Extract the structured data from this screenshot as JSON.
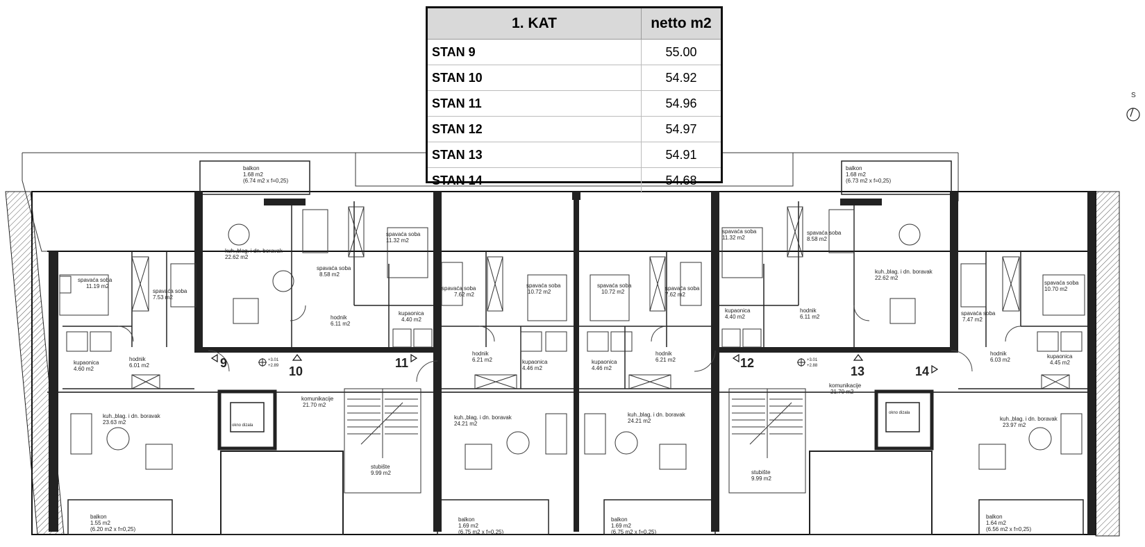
{
  "area_table": {
    "header": {
      "floor": "1. KAT",
      "area": "netto m2"
    },
    "rows": [
      {
        "unit": "STAN 9",
        "area": "55.00"
      },
      {
        "unit": "STAN 10",
        "area": "54.92"
      },
      {
        "unit": "STAN 11",
        "area": "54.96"
      },
      {
        "unit": "STAN 12",
        "area": "54.97"
      },
      {
        "unit": "STAN 13",
        "area": "54.91"
      },
      {
        "unit": "STAN 14",
        "area": "54.68"
      }
    ]
  },
  "north_arrow": {
    "label": "S"
  },
  "apartment_numbers": [
    "9",
    "10",
    "11",
    "12",
    "13",
    "14"
  ],
  "balconies": {
    "top_left": {
      "name": "balkon",
      "area": "1.68 m2",
      "note": "(6.74 m2 x f=0,25)"
    },
    "top_right": {
      "name": "balkon",
      "area": "1.68 m2",
      "note": "(6.73 m2 x f=0,25)"
    },
    "bottom_1": {
      "name": "balkon",
      "area": "1.55 m2",
      "note": "(6.20 m2 x f=0,25)"
    },
    "bottom_2": {
      "name": "balkon",
      "area": "1.69 m2",
      "note": "(6.75 m2 x f=0,25)"
    },
    "bottom_3": {
      "name": "balkon",
      "area": "1.69 m2",
      "note": "(6.75 m2 x f=0,25)"
    },
    "bottom_4": {
      "name": "balkon",
      "area": "1.64 m2",
      "note": "(6.56 m2 x f=0,25)"
    }
  },
  "rooms": {
    "a9_bed1": {
      "name": "spavaća soba",
      "area": "11.19 m2"
    },
    "a9_bed2": {
      "name": "spavaća soba",
      "area": "7.53 m2"
    },
    "a9_bath": {
      "name": "kupaonica",
      "area": "4.60 m2"
    },
    "a9_hall": {
      "name": "hodnik",
      "area": "6.01 m2"
    },
    "a9_living": {
      "name": "kuh.,blag. i dn. boravak",
      "area": "23.63 m2"
    },
    "a10_living": {
      "name": "kuh.,blag. i dn. boravak",
      "area": "22.62 m2"
    },
    "a10_bed2": {
      "name": "spavaća soba",
      "area": "8.58 m2"
    },
    "a10_bed1": {
      "name": "spavaća soba",
      "area": "11.32 m2"
    },
    "a10_hall": {
      "name": "hodnik",
      "area": "6.11 m2"
    },
    "a10_bath": {
      "name": "kupaonica",
      "area": "4.40 m2"
    },
    "a11_bed2": {
      "name": "spavaća soba",
      "area": "7.62 m2"
    },
    "a11_bed1": {
      "name": "spavaća soba",
      "area": "10.72 m2"
    },
    "a11_hall": {
      "name": "hodnik",
      "area": "6.21 m2"
    },
    "a11_bath": {
      "name": "kupaonica",
      "area": "4.46 m2"
    },
    "a11_living": {
      "name": "kuh.,blag. i dn. boravak",
      "area": "24.21 m2"
    },
    "a12_bed1": {
      "name": "spavaća soba",
      "area": "10.72 m2"
    },
    "a12_bed2": {
      "name": "spavaća soba",
      "area": "7.62 m2"
    },
    "a12_bath": {
      "name": "kupaonica",
      "area": "4.46 m2"
    },
    "a12_hall": {
      "name": "hodnik",
      "area": "6.21 m2"
    },
    "a12_living": {
      "name": "kuh.,blag. i dn. boravak",
      "area": "24.21 m2"
    },
    "a13_bed1": {
      "name": "spavaća soba",
      "area": "11.32 m2"
    },
    "a13_bed2": {
      "name": "spavaća soba",
      "area": "8.58 m2"
    },
    "a13_bath": {
      "name": "kupaonica",
      "area": "4.40 m2"
    },
    "a13_hall": {
      "name": "hodnik",
      "area": "6.11 m2"
    },
    "a13_living": {
      "name": "kuh.,blag. i dn. boravak",
      "area": "22.62 m2"
    },
    "a14_bed2": {
      "name": "spavaća soba",
      "area": "7.47 m2"
    },
    "a14_bed1": {
      "name": "spavaća soba",
      "area": "10.70 m2"
    },
    "a14_hall": {
      "name": "hodnik",
      "area": "6.03 m2"
    },
    "a14_bath": {
      "name": "kupaonica",
      "area": "4.45 m2"
    },
    "a14_living": {
      "name": "kuh.,blag. i dn. boravak",
      "area": "23.97 m2"
    },
    "comm_left": {
      "name": "komunikacije",
      "area": "21.70 m2"
    },
    "comm_right": {
      "name": "komunikacije",
      "area": "21.70 m2"
    },
    "stair_left": {
      "name": "stubište",
      "area": "9.99 m2"
    },
    "stair_right": {
      "name": "stubište",
      "area": "9.99 m2"
    },
    "shaft_left": {
      "name": "okno dizala"
    },
    "shaft_right": {
      "name": "okno dizala"
    }
  },
  "levels": {
    "left": {
      "top": "+3.01",
      "bottom": "+2.89"
    },
    "right": {
      "top": "+3.01",
      "bottom": "+2.88"
    }
  }
}
